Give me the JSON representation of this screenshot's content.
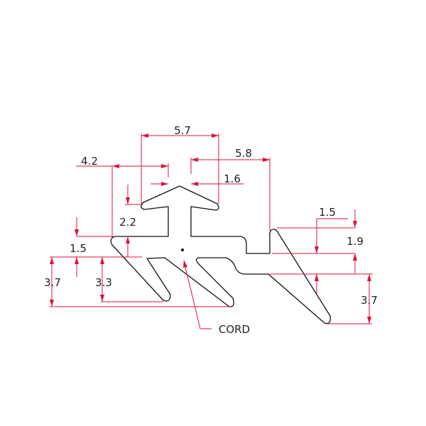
{
  "drawing": {
    "dimensions": {
      "top_width": "5.7",
      "right_width": "5.8",
      "left_width": "4.2",
      "slot_width": "1.6",
      "wing_height": "2.2",
      "base_left": "1.5",
      "left_total": "3.7",
      "left_fin": "3.3",
      "right_offset": "1.5",
      "right_step": "1.9",
      "right_total": "3.7"
    },
    "callout": "CORD",
    "colors": {
      "dimension": "#e0103c",
      "profile": "#111111"
    }
  }
}
